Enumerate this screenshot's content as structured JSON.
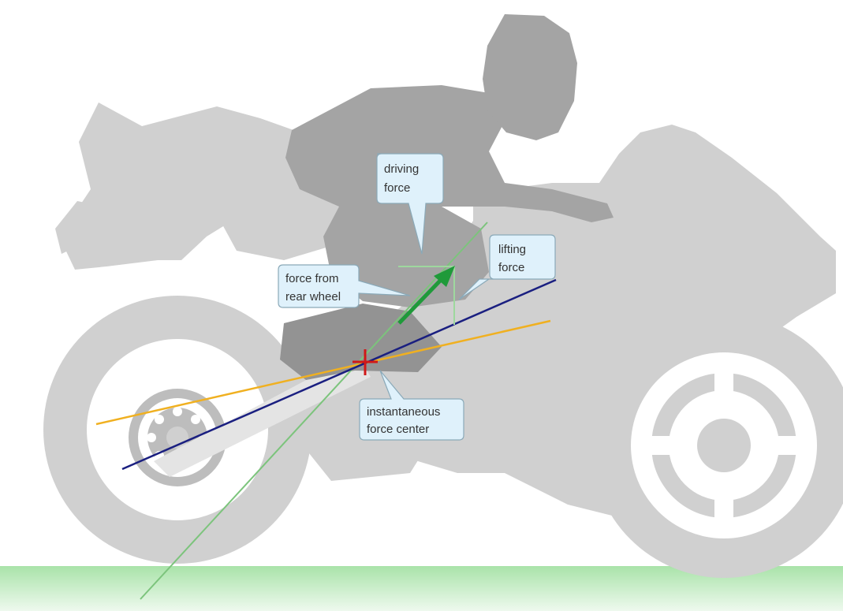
{
  "labels": {
    "driving_force": [
      "driving",
      "force"
    ],
    "lifting_force": [
      "lifting",
      "force"
    ],
    "force_from_rear_wheel": [
      "force from",
      "rear wheel"
    ],
    "instantaneous_force_center": [
      "instantaneous",
      "force center"
    ]
  },
  "colors": {
    "silhouette_light": "#d0d0d0",
    "silhouette_mid": "#bdbdbd",
    "rider": "#a4a4a4",
    "rider_dark": "#939393",
    "wheel_white": "#ffffff",
    "ground_top": "#a9e3a9",
    "ground_bottom": "#e9f8e9",
    "green_line": "#7cc47c",
    "force_arrow": "#1f9a3a",
    "navy_line": "#1a1f80",
    "orange_line": "#f0b020",
    "center_mark": "#d01818",
    "callout_fill": "#dff1fb",
    "callout_stroke": "#8aa9b8"
  }
}
